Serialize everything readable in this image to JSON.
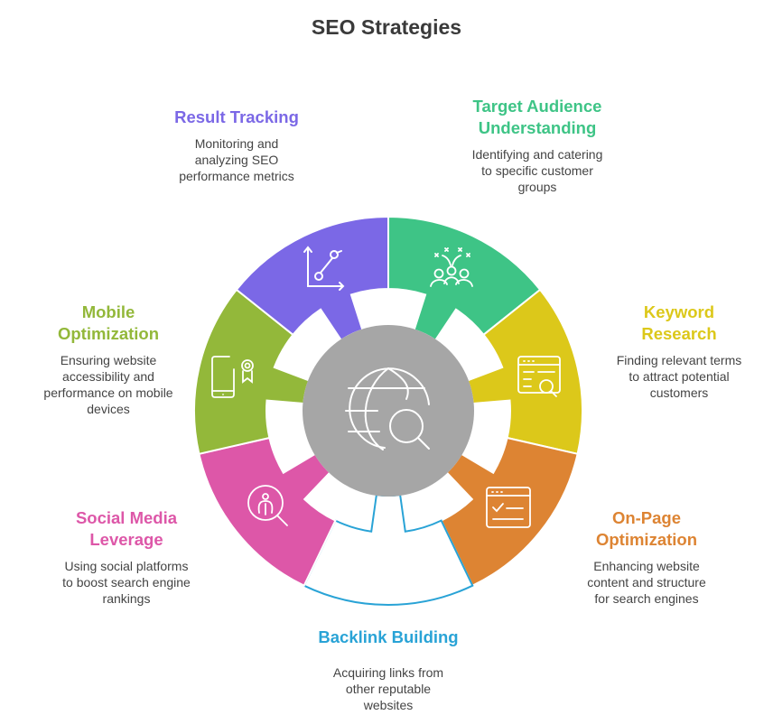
{
  "title": "SEO Strategies",
  "center": {
    "color": "#a6a6a6",
    "icon": "globe-search-icon"
  },
  "segments": [
    {
      "key": "target-audience",
      "color": "#3ec486",
      "outline": false,
      "icon": "audience-icon",
      "title_lines": [
        "Target Audience",
        "Understanding"
      ],
      "desc_lines": [
        "Identifying and catering",
        "to specific customer",
        "groups"
      ]
    },
    {
      "key": "keyword-research",
      "color": "#dcc81a",
      "outline": false,
      "icon": "keyword-search-icon",
      "title_lines": [
        "Keyword",
        "Research"
      ],
      "desc_lines": [
        "Finding relevant terms",
        "to attract potential",
        "customers"
      ]
    },
    {
      "key": "on-page-optimization",
      "color": "#dd8433",
      "outline": false,
      "icon": "checklist-window-icon",
      "title_lines": [
        "On-Page",
        "Optimization"
      ],
      "desc_lines": [
        "Enhancing website",
        "content and structure",
        "for search engines"
      ]
    },
    {
      "key": "backlink-building",
      "color": "#29a3d6",
      "outline": true,
      "icon": "",
      "title_lines": [
        "Backlink Building"
      ],
      "desc_lines": [
        "Acquiring links from",
        "other reputable",
        "websites"
      ]
    },
    {
      "key": "social-media-leverage",
      "color": "#dd57a8",
      "outline": false,
      "icon": "social-search-icon",
      "title_lines": [
        "Social Media",
        "Leverage"
      ],
      "desc_lines": [
        "Using social platforms",
        "to boost search engine",
        "rankings"
      ]
    },
    {
      "key": "mobile-optimization",
      "color": "#93b83a",
      "outline": false,
      "icon": "mobile-badge-icon",
      "title_lines": [
        "Mobile",
        "Optimization"
      ],
      "desc_lines": [
        "Ensuring website",
        "accessibility and",
        "performance on mobile",
        "devices"
      ]
    },
    {
      "key": "result-tracking",
      "color": "#7b68e6",
      "outline": false,
      "icon": "growth-chart-icon",
      "title_lines": [
        "Result Tracking"
      ],
      "desc_lines": [
        "Monitoring and",
        "analyzing SEO",
        "performance metrics"
      ]
    }
  ]
}
